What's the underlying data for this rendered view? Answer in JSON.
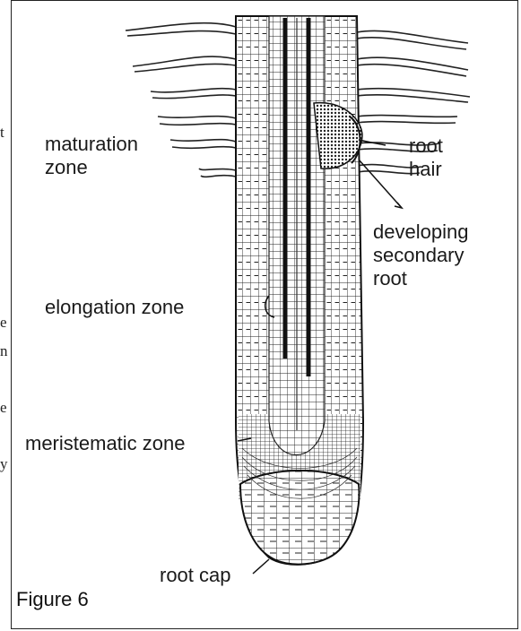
{
  "figure_label": "Figure 6",
  "labels": {
    "maturation_zone": [
      "maturation",
      "zone"
    ],
    "elongation_zone": "elongation zone",
    "meristematic_zone": "meristematic zone",
    "root_cap": "root cap",
    "root_hair": [
      "root",
      "hair"
    ],
    "developing_secondary_root": [
      "developing",
      "secondary",
      "root"
    ]
  },
  "left_margin_fragments": [
    "t",
    "e",
    "n",
    "e",
    "y"
  ]
}
